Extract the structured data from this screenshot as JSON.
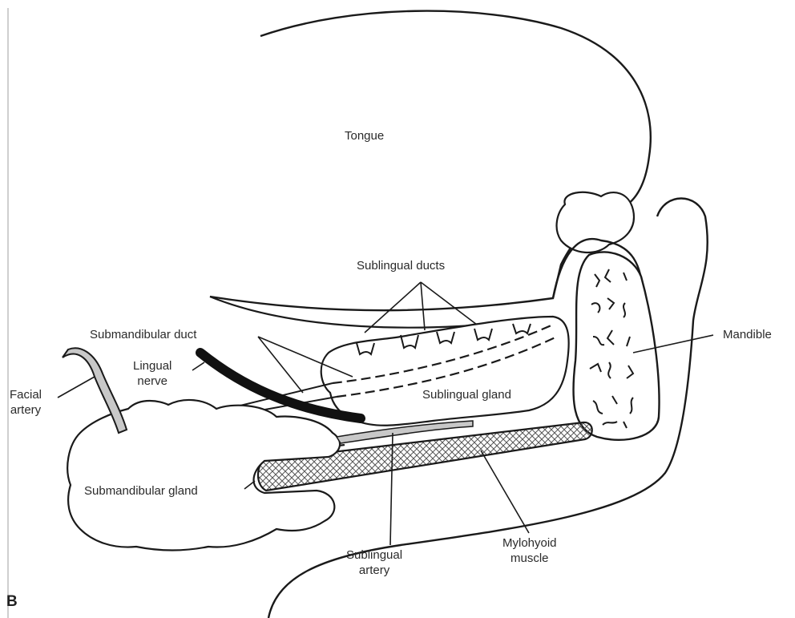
{
  "figure": {
    "panel_letter": "B",
    "colors": {
      "line": "#1a1a1a",
      "artery_fill": "#c8c8c8",
      "nerve": "#111111",
      "muscle_hatch": "#555555",
      "background": "#ffffff"
    }
  },
  "labels": {
    "tongue": "Tongue",
    "sublingual_ducts": "Sublingual ducts",
    "submandibular_duct": "Submandibular duct",
    "lingual_nerve_line1": "Lingual",
    "lingual_nerve_line2": "nerve",
    "facial_artery_line1": "Facial",
    "facial_artery_line2": "artery",
    "sublingual_gland": "Sublingual gland",
    "mandible": "Mandible",
    "submandibular_gland": "Submandibular gland",
    "sublingual_artery_line1": "Sublingual",
    "sublingual_artery_line2": "artery",
    "mylohyoid_line1": "Mylohyoid",
    "mylohyoid_line2": "muscle"
  }
}
